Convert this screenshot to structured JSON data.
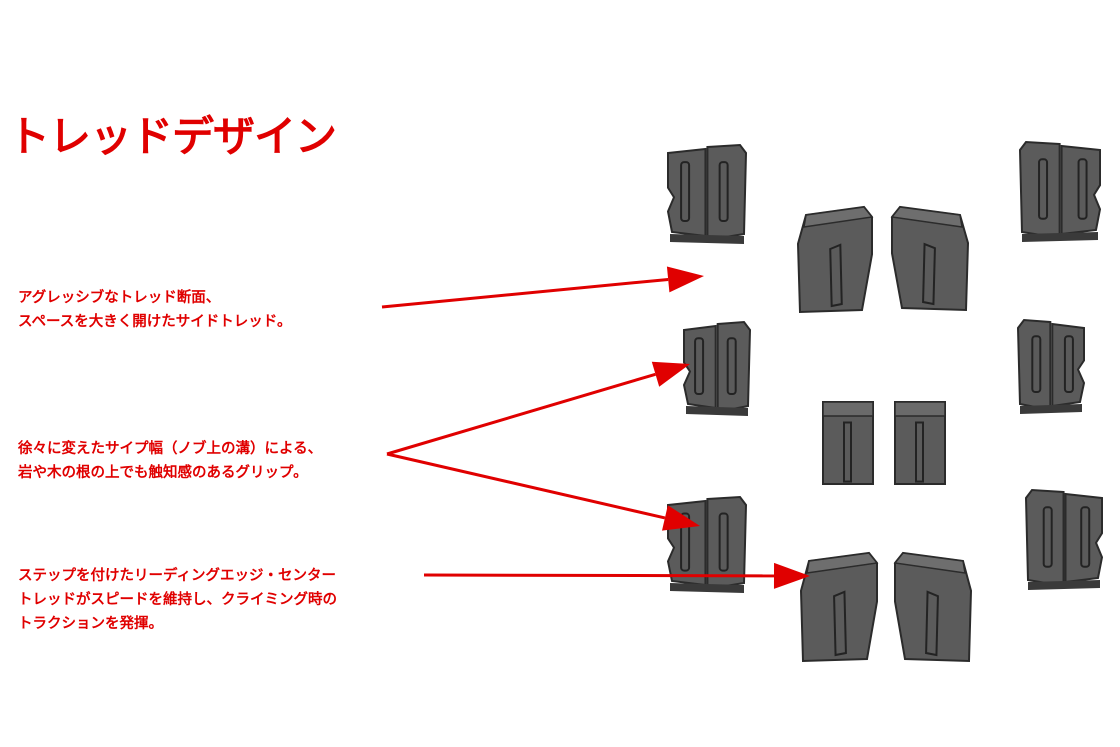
{
  "title": "トレッドデザイン",
  "colors": {
    "accent": "#e00000",
    "lug_fill": "#5b5b5b",
    "lug_edge": "#2b2b2b",
    "lug_side": "#3a3a3a",
    "groove": "#232323"
  },
  "callouts": [
    {
      "lines": [
        "アグレッシブなトレッド断面、",
        "スペースを大きく開けたサイドトレッド。"
      ]
    },
    {
      "lines": [
        "徐々に変えたサイプ幅（ノブ上の溝）による、",
        "岩や木の根の上でも触知感のあるグリップ。"
      ]
    },
    {
      "lines": [
        "ステップを付けたリーディングエッジ・センター",
        "トレッドがスピードを維持し、クライミング時の",
        "トラクションを発揮。"
      ]
    }
  ]
}
